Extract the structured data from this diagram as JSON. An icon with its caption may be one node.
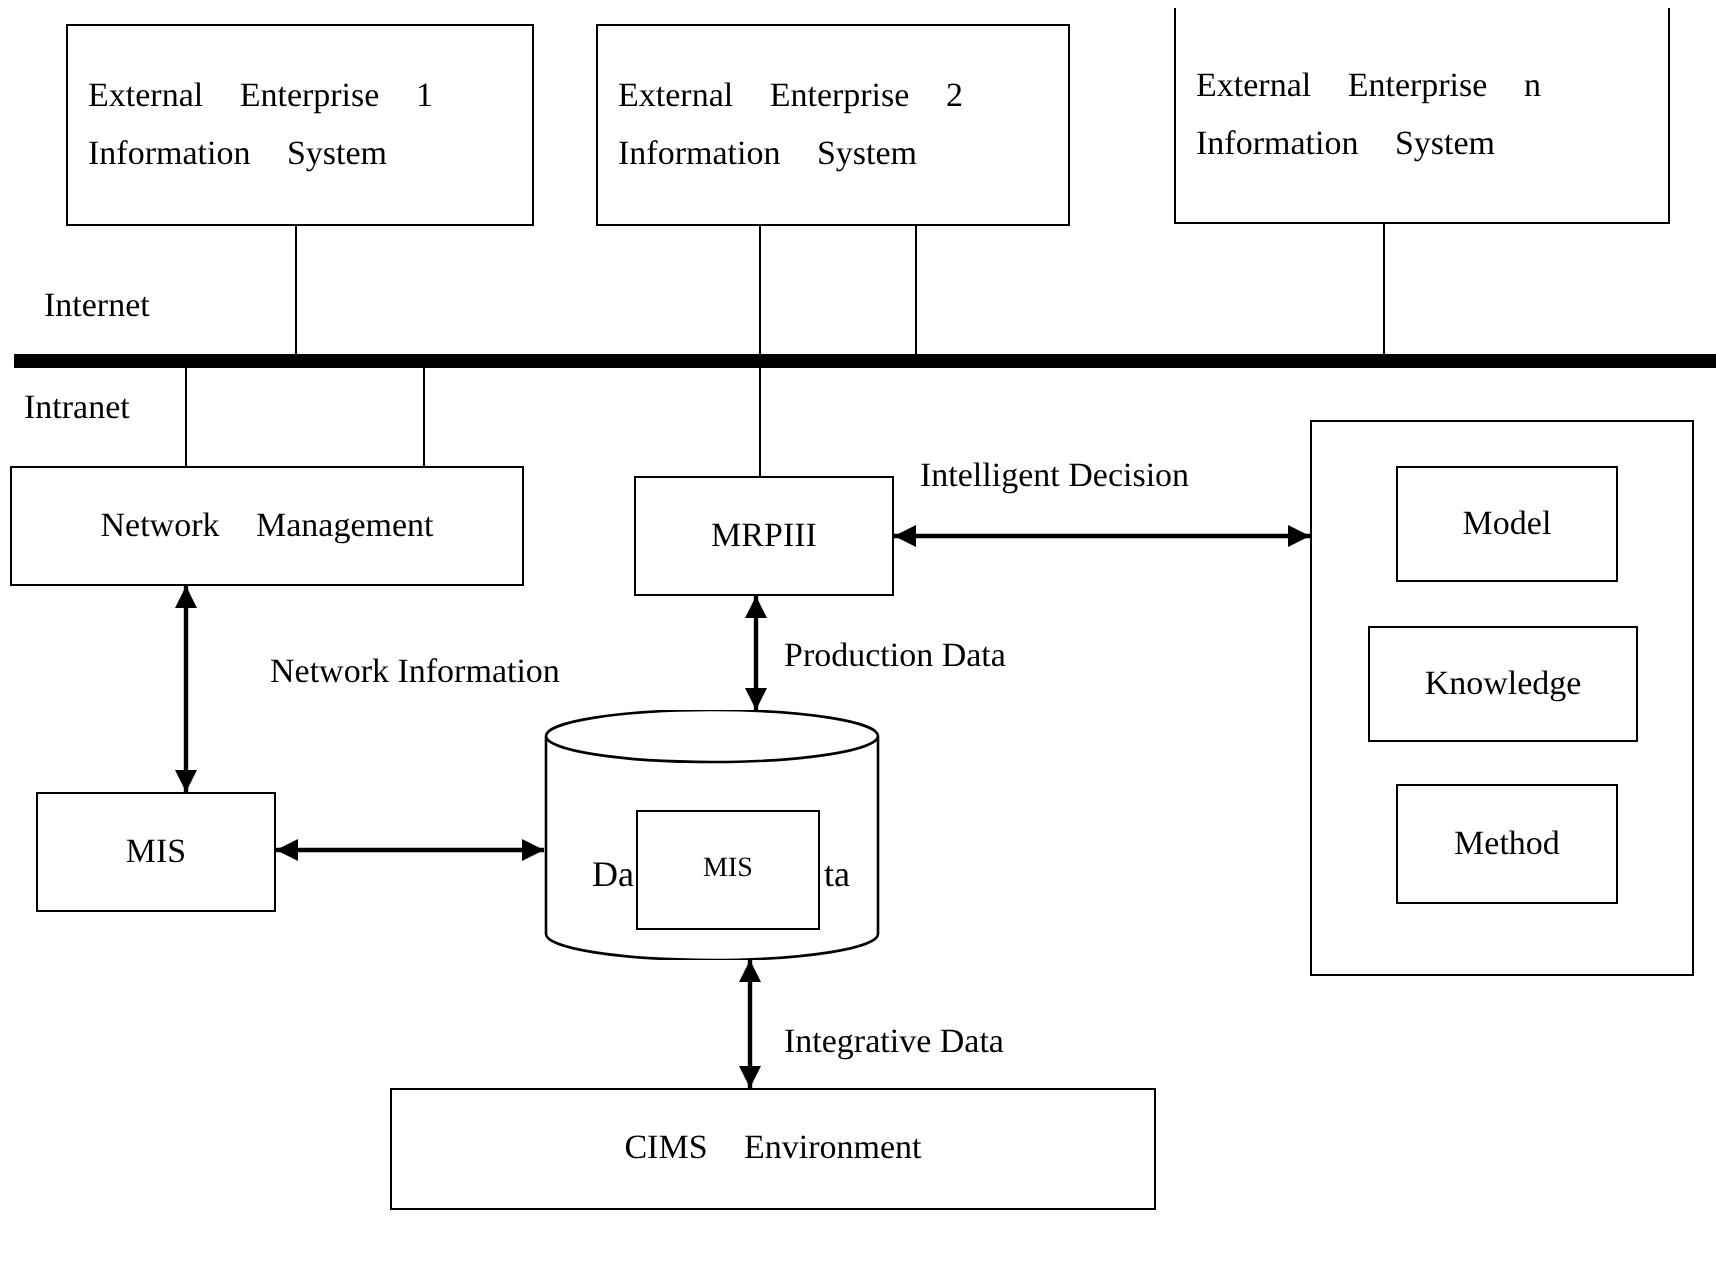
{
  "diagram": {
    "nodes": [
      {
        "text": [
          "External Enterprise 1 Information System"
        ]
      },
      {
        "text": [
          "External Enterprise 2 Information System"
        ]
      },
      {
        "text": [
          "External Enterprise n Information System"
        ]
      },
      {
        "text": [],
        "shape": "bar"
      },
      {
        "text": [
          "Network Management"
        ]
      },
      {
        "text": [
          "MRPIII"
        ]
      },
      {
        "text": [],
        "shape": "box"
      },
      {
        "text": [
          "Model"
        ],
        "in": 6
      },
      {
        "text": [
          "Knowledge"
        ],
        "in": 6
      },
      {
        "text": [
          "Method"
        ],
        "in": 6
      },
      {
        "text": [
          "MIS"
        ]
      },
      {
        "text": [
          "Da",
          "ta"
        ]
      },
      {
        "text": [
          "MIS"
        ],
        "in": 11
      },
      {
        "text": [
          "CIMS Environment"
        ]
      }
    ],
    "edges": [
      {
        "from": 0,
        "to": 3,
        "arrow": "none"
      },
      {
        "from": 1,
        "to": 3,
        "arrow": "none"
      },
      {
        "from": 1,
        "to": 3,
        "arrow": "none"
      },
      {
        "from": 2,
        "to": 3,
        "arrow": "none"
      },
      {
        "from": 3,
        "to": 4,
        "arrow": "none"
      },
      {
        "from": 3,
        "to": 4,
        "arrow": "none"
      },
      {
        "from": 3,
        "to": 5,
        "arrow": "none"
      },
      {
        "from": 5,
        "to": 6,
        "arrow": "both",
        "label": "Intelligent Decision"
      },
      {
        "from": 4,
        "to": 10,
        "arrow": "both",
        "label": "Network Information"
      },
      {
        "from": 5,
        "to": 11,
        "arrow": "both",
        "label": "Production Data"
      },
      {
        "from": 10,
        "to": 11,
        "arrow": "both"
      },
      {
        "from": 11,
        "to": 13,
        "arrow": "both",
        "label": "Integrative Data"
      }
    ],
    "labels": [
      "Internet",
      "Intranet"
    ]
  }
}
